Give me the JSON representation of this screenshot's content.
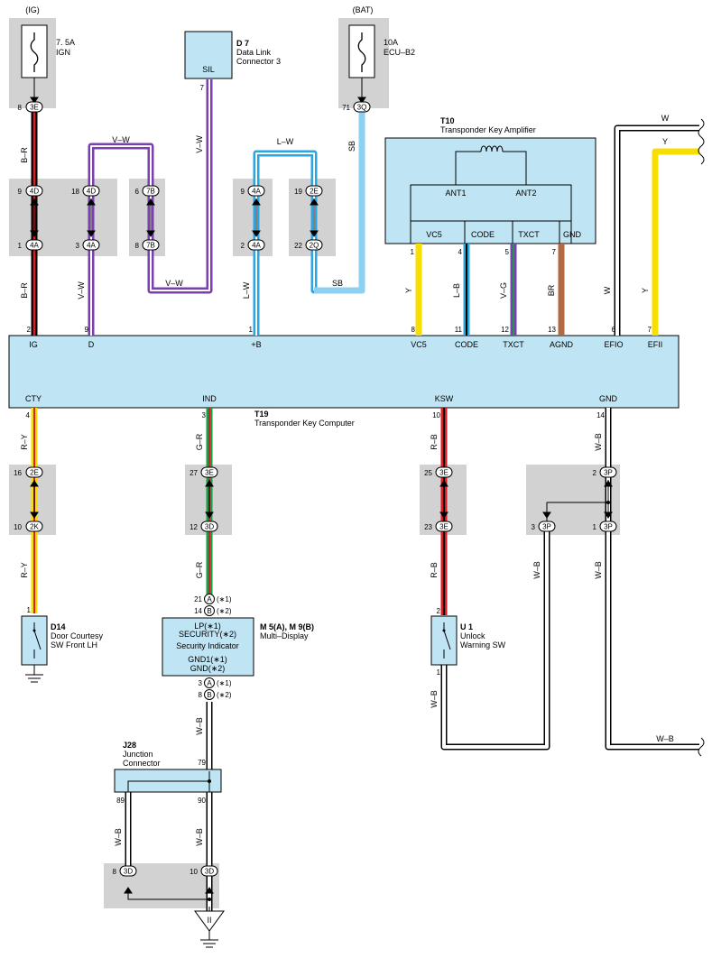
{
  "colors": {
    "module_fill": "#bfe4f3",
    "grey_zone": "#d2d2d2",
    "V": "#7a3fb0",
    "L": "#2ba6e0",
    "SB": "#8ed0f0",
    "Y": "#f7df00",
    "R": "#e11b22",
    "G": "#1d9b49",
    "BR": "#b26a44"
  },
  "supplies": {
    "ig": {
      "label": "(IG)",
      "rating": "7. 5A",
      "name": "IGN"
    },
    "bat": {
      "label": "(BAT)",
      "rating": "10A",
      "name": "ECU–B2"
    }
  },
  "components": {
    "d7": {
      "code": "D 7",
      "name_line1": "Data Link",
      "name_line2": "Connector 3",
      "pin_label": "SIL"
    },
    "t10": {
      "code": "T10",
      "name": "Transponder Key Amplifier",
      "ant1": "ANT1",
      "ant2": "ANT2",
      "pins": [
        "VC5",
        "CODE",
        "TXCT",
        "GND"
      ]
    },
    "t19": {
      "code": "T19",
      "name": "Transponder Key Computer",
      "top_pins": [
        "IG",
        "D",
        "+B",
        "VC5",
        "CODE",
        "TXCT",
        "AGND",
        "EFIO",
        "EFII"
      ],
      "bottom_pins": [
        "CTY",
        "IND",
        "KSW",
        "GND"
      ]
    },
    "d14": {
      "code": "D14",
      "name_line1": "Door Courtesy",
      "name_line2": "SW Front LH"
    },
    "m5": {
      "code": "M 5(A), M 9(B)",
      "name": "Multi–Display",
      "line1": "LP(∗1)",
      "line2": "SECURITY(∗2)",
      "line3": "Security Indicator",
      "line4": "GND1(∗1)",
      "line5": "GND(∗2)"
    },
    "u1": {
      "code": "U 1",
      "name_line1": "Unlock",
      "name_line2": "Warning SW"
    },
    "j28": {
      "code": "J28",
      "name_line1": "Junction",
      "name_line2": "Connector"
    }
  },
  "wires": {
    "br": "B–R",
    "vw": "V–W",
    "lw": "L–W",
    "sb": "SB",
    "y": "Y",
    "lb": "L–B",
    "vg": "V–G",
    "brn": "BR",
    "w": "W",
    "ry": "R–Y",
    "gr": "G–R",
    "rb": "R–B",
    "wb": "W–B"
  },
  "connectors": {
    "c3E": "3E",
    "c3Q": "3Q",
    "c4D": "4D",
    "c4A": "4A",
    "c7B": "7B",
    "c2E": "2E",
    "c2Q": "2Q",
    "c2K": "2K",
    "c3D": "3D",
    "c3P": "3P",
    "cA": "A",
    "cB": "B"
  },
  "pins": {
    "p1": "1",
    "p2": "2",
    "p3": "3",
    "p4": "4",
    "p5": "5",
    "p6": "6",
    "p7": "7",
    "p8": "8",
    "p9": "9",
    "p10": "10",
    "p11": "11",
    "p12": "12",
    "p13": "13",
    "p14": "14",
    "p16": "16",
    "p18": "18",
    "p19": "19",
    "p21": "21",
    "p22": "22",
    "p23": "23",
    "p25": "25",
    "p27": "27",
    "p71": "71",
    "p79": "79",
    "p89": "89",
    "p90": "90"
  },
  "notes": {
    "n1": "(∗1)",
    "n2": "(∗2)"
  }
}
